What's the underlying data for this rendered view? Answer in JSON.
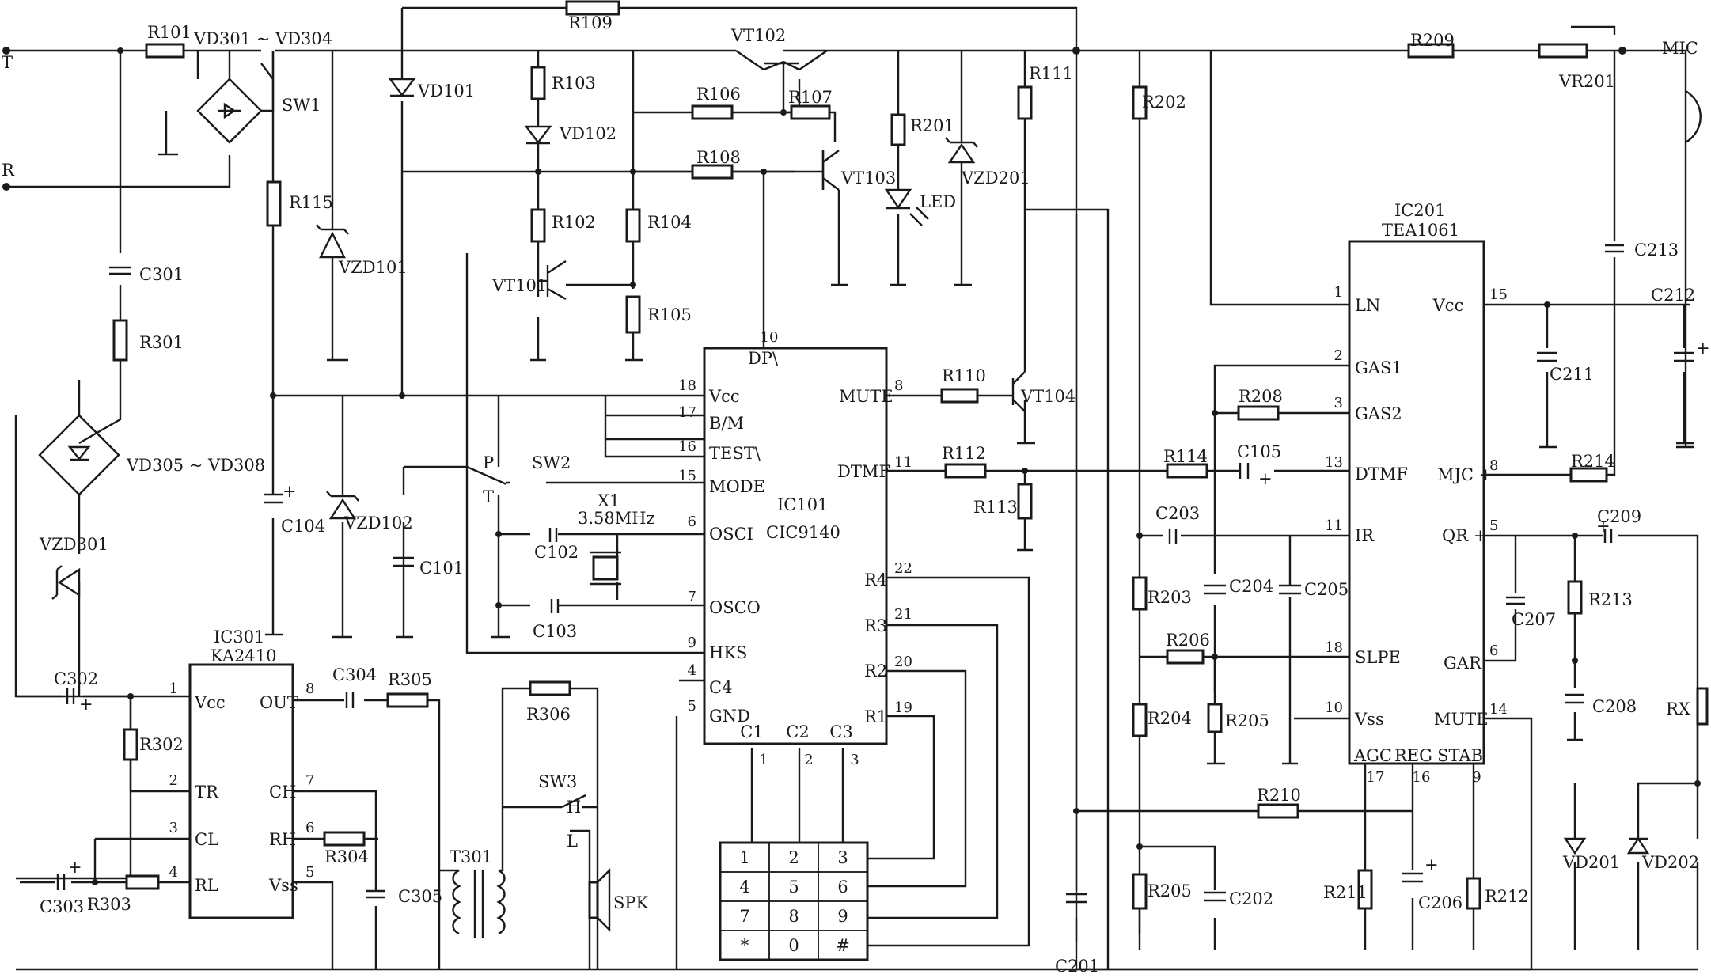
{
  "terminals": {
    "T": "T",
    "R": "R"
  },
  "ics": {
    "ic101": {
      "ref": "IC101",
      "part": "CIC9140"
    },
    "ic201": {
      "ref": "IC201",
      "part": "TEA1061"
    },
    "ic301": {
      "ref": "IC301",
      "part": "KA2410"
    }
  },
  "ic101_pins": [
    {
      "num": "18",
      "name": "Vcc"
    },
    {
      "num": "17",
      "name": "B/M"
    },
    {
      "num": "16",
      "name": "TEST\\"
    },
    {
      "num": "15",
      "name": "MODE"
    },
    {
      "num": "6",
      "name": "OSCI"
    },
    {
      "num": "7",
      "name": "OSCO"
    },
    {
      "num": "9",
      "name": "HKS"
    },
    {
      "num": "4",
      "name": "C4"
    },
    {
      "num": "5",
      "name": "GND"
    },
    {
      "num": "10",
      "name": "DP\\"
    },
    {
      "num": "8",
      "name": "MUTE"
    },
    {
      "num": "11",
      "name": "DTMF"
    },
    {
      "num": "22",
      "name": "R4"
    },
    {
      "num": "21",
      "name": "R3"
    },
    {
      "num": "20",
      "name": "R2"
    },
    {
      "num": "19",
      "name": "R1"
    },
    {
      "num": "1",
      "name": "C1"
    },
    {
      "num": "2",
      "name": "C2"
    },
    {
      "num": "3",
      "name": "C3"
    }
  ],
  "ic201_pins": [
    {
      "num": "1",
      "name": "LN"
    },
    {
      "num": "2",
      "name": "GAS1"
    },
    {
      "num": "3",
      "name": "GAS2"
    },
    {
      "num": "13",
      "name": "DTMF"
    },
    {
      "num": "11",
      "name": "IR"
    },
    {
      "num": "18",
      "name": "SLPE"
    },
    {
      "num": "10",
      "name": "Vss"
    },
    {
      "num": "15",
      "name": "Vcc"
    },
    {
      "num": "8",
      "name": "MJC +"
    },
    {
      "num": "5",
      "name": "QR +"
    },
    {
      "num": "6",
      "name": "GAR"
    },
    {
      "num": "14",
      "name": "MUTE"
    },
    {
      "num": "17",
      "name": "AGC"
    },
    {
      "num": "16",
      "name": "REG"
    },
    {
      "num": "9",
      "name": "STAB"
    }
  ],
  "ic301_pins": [
    {
      "num": "1",
      "name": "Vcc"
    },
    {
      "num": "2",
      "name": "TR"
    },
    {
      "num": "3",
      "name": "CL"
    },
    {
      "num": "4",
      "name": "RL"
    },
    {
      "num": "8",
      "name": "OUT"
    },
    {
      "num": "7",
      "name": "CH"
    },
    {
      "num": "6",
      "name": "RH"
    },
    {
      "num": "5",
      "name": "Vss"
    }
  ],
  "keypad": [
    "1",
    "2",
    "3",
    "4",
    "5",
    "6",
    "7",
    "8",
    "9",
    "*",
    "0",
    "#"
  ],
  "components": {
    "R101": "R101",
    "R102": "R102",
    "R103": "R103",
    "R104": "R104",
    "R105": "R105",
    "R106": "R106",
    "R107": "R107",
    "R108": "R108",
    "R109": "R109",
    "R110": "R110",
    "R111": "R111",
    "R112": "R112",
    "R113": "R113",
    "R114": "R114",
    "R115": "R115",
    "R201": "R201",
    "R202": "R202",
    "R203": "R203",
    "R204": "R204",
    "R205a": "R205",
    "R205b": "R205",
    "R206": "R206",
    "R208": "R208",
    "R209": "R209",
    "R210": "R210",
    "R211": "R211",
    "R212": "R212",
    "R213": "R213",
    "R214": "R214",
    "R301": "R301",
    "R302": "R302",
    "R303": "R303",
    "R304": "R304",
    "R305": "R305",
    "R306": "R306",
    "VR201": "VR201",
    "C101": "C101",
    "C102": "C102",
    "C103": "C103",
    "C104": "C104",
    "C105": "C105",
    "C201": "C201",
    "C202": "C202",
    "C203": "C203",
    "C204": "C204",
    "C205": "C205",
    "C206": "C206",
    "C207": "C207",
    "C208": "C208",
    "C209": "C209",
    "C211": "C211",
    "C212": "C212",
    "C213": "C213",
    "C301": "C301",
    "C302": "C302",
    "C303": "C303",
    "C304": "C304",
    "C305": "C305",
    "VD101": "VD101",
    "VD102": "VD102",
    "VD201": "VD201",
    "VD202": "VD202",
    "VD301_304": "VD301 ~ VD304",
    "VD305_308": "VD305 ~ VD308",
    "VZD101": "VZD101",
    "VZD102": "VZD102",
    "VZD201": "VZD201",
    "VZD301": "VZD301",
    "VT101": "VT101",
    "VT102": "VT102",
    "VT103": "VT103",
    "VT104": "VT104",
    "LED": "LED",
    "SW1": "SW1",
    "SW2": "SW2",
    "SW3": "SW3",
    "T301": "T301",
    "X1": "X1",
    "X1_freq": "3.58MHz",
    "MIC": "MIC",
    "RX": "RX",
    "SPK": "SPK"
  },
  "switch_positions": {
    "sw2_p": "P",
    "sw2_t": "T",
    "sw3_h": "H",
    "sw3_l": "L"
  },
  "polarity_plus": "+"
}
